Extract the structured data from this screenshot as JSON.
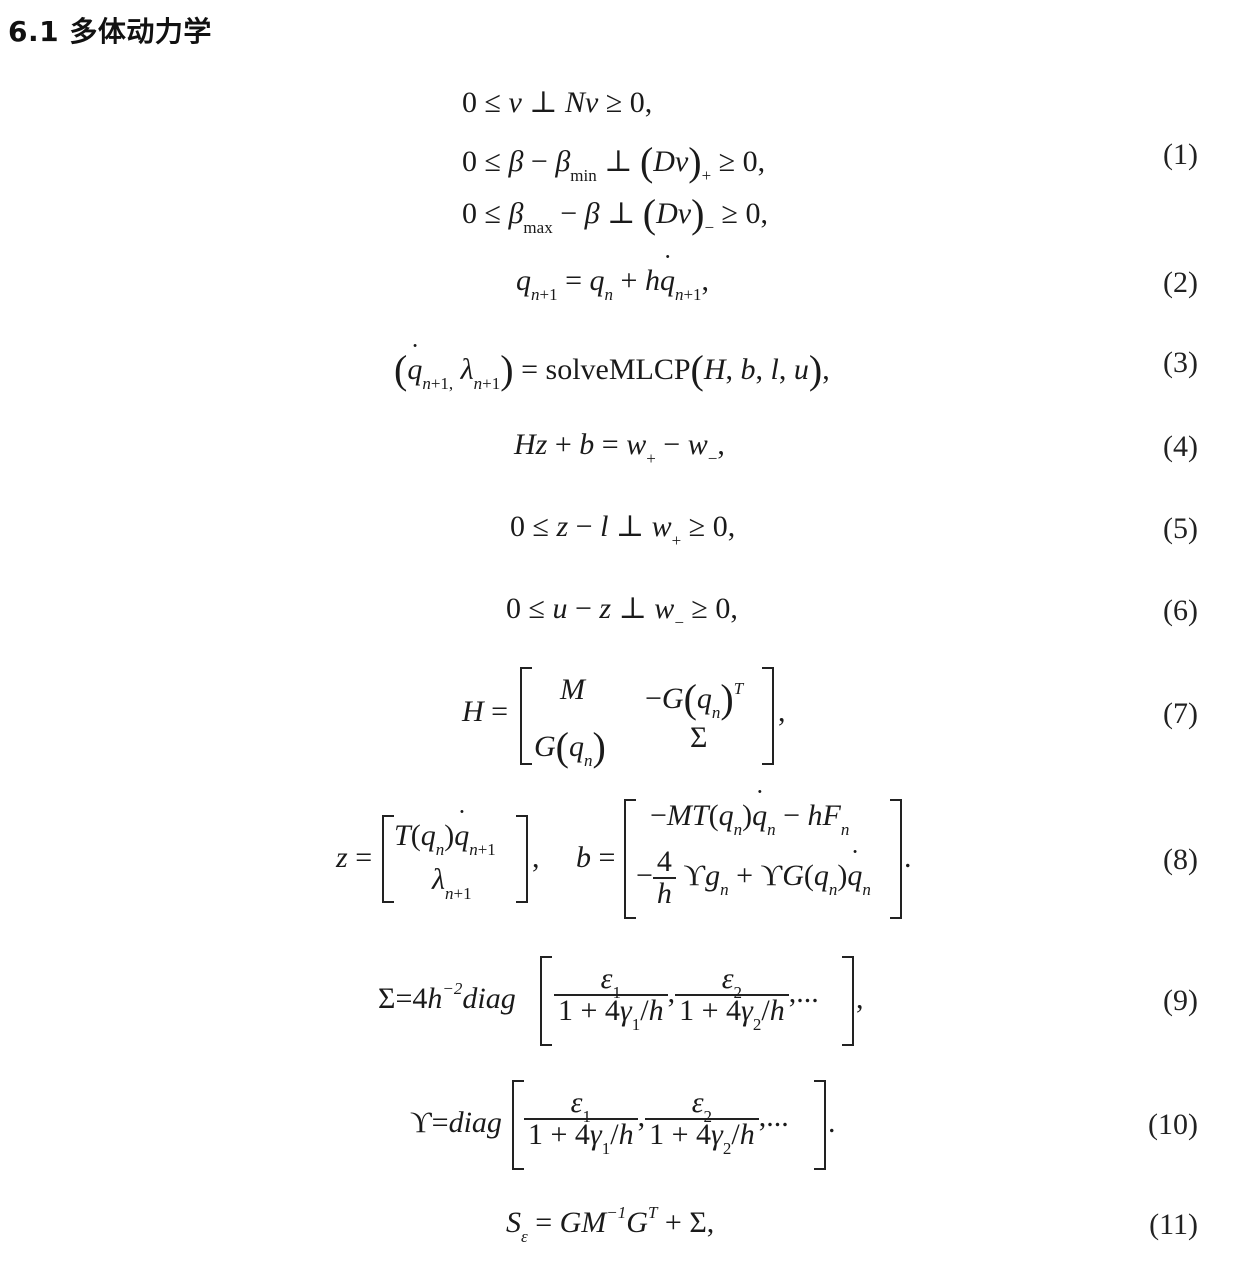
{
  "section": {
    "title": "6.1 多体动力学"
  },
  "equation_numbers": [
    "(1)",
    "(2)",
    "(3)",
    "(4)",
    "(5)",
    "(6)",
    "(7)",
    "(8)",
    "(9)",
    "(10)",
    "(11)"
  ],
  "eq3": {
    "fn_name": "solveMLCP"
  },
  "eq9": {
    "coef": "4",
    "fn": "diag",
    "ellipsis": "..."
  },
  "eq10": {
    "fn": "diag",
    "ellipsis": "..."
  }
}
